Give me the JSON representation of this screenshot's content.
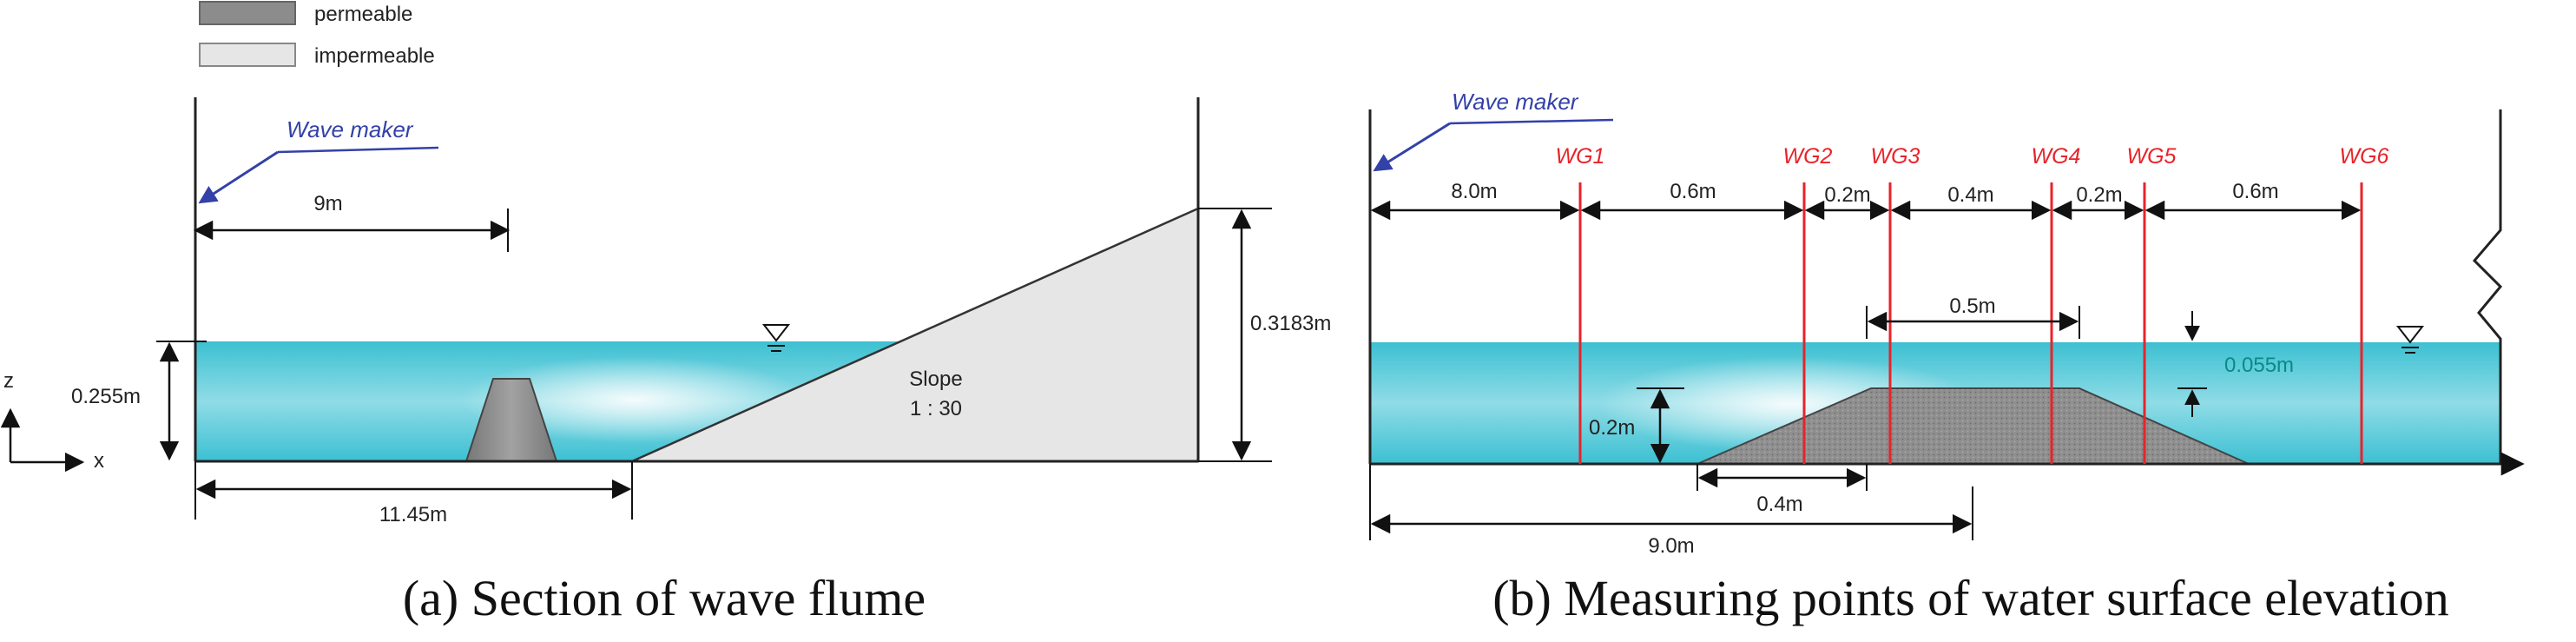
{
  "legend": {
    "permeable": "permeable",
    "impermeable": "impermeable"
  },
  "panel_a": {
    "wave_maker": "Wave maker",
    "dim_9m": "9m",
    "dim_depth": "0.255m",
    "dim_length": "11.45m",
    "dim_height": "0.3183m",
    "slope_label": "Slope",
    "slope_ratio": "1 : 30",
    "axis_z": "z",
    "axis_x": "x",
    "caption": "(a) Section of wave flume"
  },
  "panel_b": {
    "wave_maker": "Wave maker",
    "gauges": [
      "WG1",
      "WG2",
      "WG3",
      "WG4",
      "WG5",
      "WG6"
    ],
    "spacings": [
      "8.0m",
      "0.6m",
      "0.2m",
      "0.4m",
      "0.2m",
      "0.6m"
    ],
    "dim_crest": "0.5m",
    "dim_freeboard": "0.055m",
    "dim_height": "0.2m",
    "dim_toe": "0.4m",
    "dim_total": "9.0m",
    "caption": "(b) Measuring points of water surface elevation"
  },
  "colors": {
    "water": "#42c1d3",
    "permeable": "#8c8c8c",
    "impermeable": "#e8e8e8",
    "gauge": "#e8232a",
    "wave_maker": "#3341a8",
    "freeboard_text": "#0a8a86"
  }
}
